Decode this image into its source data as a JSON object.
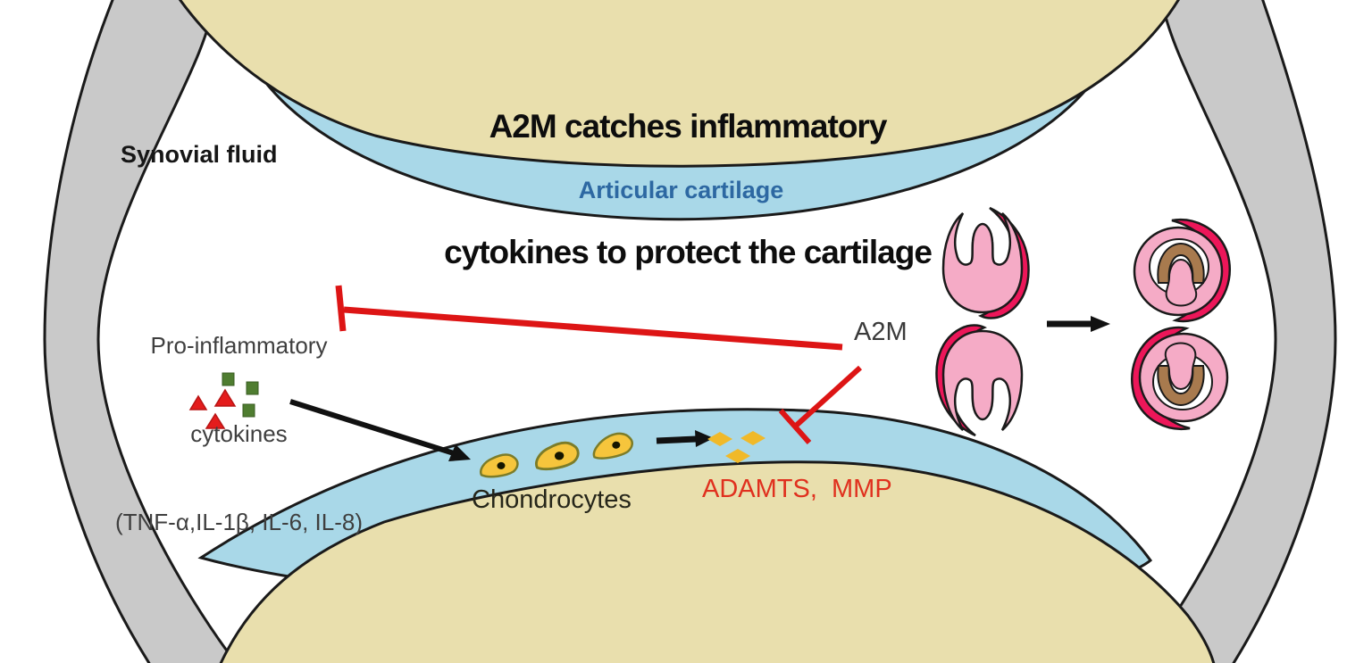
{
  "diagram": {
    "title_line1": "A2M catches inflammatory",
    "title_line2": "cytokines to protect the cartilage",
    "synovial_fluid_label": "Synovial fluid",
    "articular_cartilage_label": "Articular cartilage",
    "cytokines_label_line1": "Pro-inflammatory",
    "cytokines_label_line2": "cytokines",
    "cytokines_label_line3": "(TNF-α,IL-1β, IL-6, IL-8)",
    "a2m_label": "A2M",
    "chondrocytes_label": "Chondrocytes",
    "enzymes_label": "ADAMTS,  MMP"
  },
  "colors": {
    "bone_tan": "#e9dfad",
    "cartilage_blue": "#a9d8e8",
    "capsule_gray": "#c9c9c9",
    "outline_black": "#1a1a1a",
    "cartilage_text_blue": "#2d68a2",
    "inhibition_red": "#dd1515",
    "enzyme_text_red": "#e0301e",
    "chondrocyte_yellow": "#f6c53c",
    "enzyme_diamond_yellow": "#f0b929",
    "cytokine_triangle_red": "#e41c1c",
    "cytokine_square_green": "#4f7d30",
    "a2m_light_pink": "#f5abc6",
    "a2m_magenta": "#ec1659",
    "trapped_cytokine_brown": "#a87a4e"
  }
}
